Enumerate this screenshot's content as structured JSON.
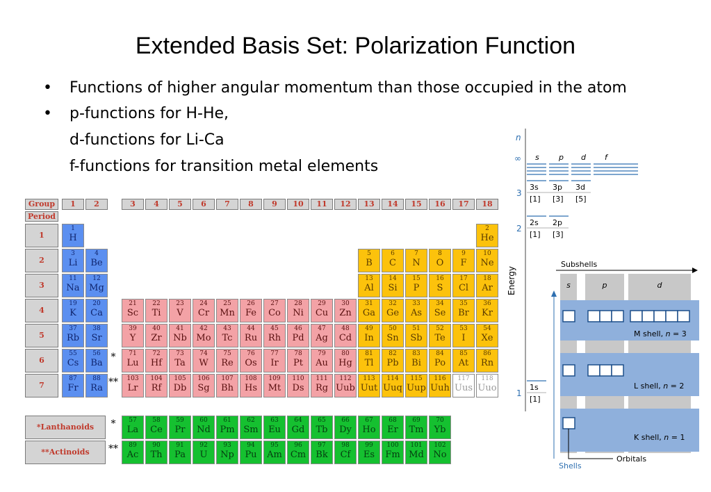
{
  "title": "Extended Basis Set: Polarization Function",
  "bullets": [
    {
      "marker": "•",
      "text": "Functions of higher angular momentum than those occupied in the atom"
    },
    {
      "marker": "•",
      "text": "p-functions for H-He,"
    },
    {
      "marker": "",
      "text": "d-functions for Li-Ca"
    },
    {
      "marker": "",
      "text": "f-functions for transition metal elements"
    }
  ],
  "periodic_table": {
    "group_label": "Group",
    "period_label": "Period",
    "groups": [
      "1",
      "2",
      "3",
      "4",
      "5",
      "6",
      "7",
      "8",
      "9",
      "10",
      "11",
      "12",
      "13",
      "14",
      "15",
      "16",
      "17",
      "18"
    ],
    "periods": [
      "1",
      "2",
      "3",
      "4",
      "5",
      "6",
      "7"
    ],
    "markers": {
      "lanthanoid": "*",
      "actinoid": "**"
    },
    "lanthanoids_label": "*Lanthanoids",
    "actinoids_label": "**Actinoids",
    "colors": {
      "s_block": "#5b8ff0",
      "d_block": "#f3a2a6",
      "p_block": "#fcc20c",
      "f_block": "#15c030",
      "unconfirmed": "#ffffff"
    },
    "elements": [
      {
        "n": "1",
        "s": "H",
        "p": 1,
        "g": 1,
        "c": "blue"
      },
      {
        "n": "2",
        "s": "He",
        "p": 1,
        "g": 18,
        "c": "yel"
      },
      {
        "n": "3",
        "s": "Li",
        "p": 2,
        "g": 1,
        "c": "blue"
      },
      {
        "n": "4",
        "s": "Be",
        "p": 2,
        "g": 2,
        "c": "blue"
      },
      {
        "n": "5",
        "s": "B",
        "p": 2,
        "g": 13,
        "c": "yel"
      },
      {
        "n": "6",
        "s": "C",
        "p": 2,
        "g": 14,
        "c": "yel"
      },
      {
        "n": "7",
        "s": "N",
        "p": 2,
        "g": 15,
        "c": "yel"
      },
      {
        "n": "8",
        "s": "O",
        "p": 2,
        "g": 16,
        "c": "yel"
      },
      {
        "n": "9",
        "s": "F",
        "p": 2,
        "g": 17,
        "c": "yel"
      },
      {
        "n": "10",
        "s": "Ne",
        "p": 2,
        "g": 18,
        "c": "yel"
      },
      {
        "n": "11",
        "s": "Na",
        "p": 3,
        "g": 1,
        "c": "blue"
      },
      {
        "n": "12",
        "s": "Mg",
        "p": 3,
        "g": 2,
        "c": "blue"
      },
      {
        "n": "13",
        "s": "Al",
        "p": 3,
        "g": 13,
        "c": "yel"
      },
      {
        "n": "14",
        "s": "Si",
        "p": 3,
        "g": 14,
        "c": "yel"
      },
      {
        "n": "15",
        "s": "P",
        "p": 3,
        "g": 15,
        "c": "yel"
      },
      {
        "n": "16",
        "s": "S",
        "p": 3,
        "g": 16,
        "c": "yel"
      },
      {
        "n": "17",
        "s": "Cl",
        "p": 3,
        "g": 17,
        "c": "yel"
      },
      {
        "n": "18",
        "s": "Ar",
        "p": 3,
        "g": 18,
        "c": "yel"
      },
      {
        "n": "19",
        "s": "K",
        "p": 4,
        "g": 1,
        "c": "blue"
      },
      {
        "n": "20",
        "s": "Ca",
        "p": 4,
        "g": 2,
        "c": "blue"
      },
      {
        "n": "21",
        "s": "Sc",
        "p": 4,
        "g": 3,
        "c": "red"
      },
      {
        "n": "22",
        "s": "Ti",
        "p": 4,
        "g": 4,
        "c": "red"
      },
      {
        "n": "23",
        "s": "V",
        "p": 4,
        "g": 5,
        "c": "red"
      },
      {
        "n": "24",
        "s": "Cr",
        "p": 4,
        "g": 6,
        "c": "red"
      },
      {
        "n": "25",
        "s": "Mn",
        "p": 4,
        "g": 7,
        "c": "red"
      },
      {
        "n": "26",
        "s": "Fe",
        "p": 4,
        "g": 8,
        "c": "red"
      },
      {
        "n": "27",
        "s": "Co",
        "p": 4,
        "g": 9,
        "c": "red"
      },
      {
        "n": "28",
        "s": "Ni",
        "p": 4,
        "g": 10,
        "c": "red"
      },
      {
        "n": "29",
        "s": "Cu",
        "p": 4,
        "g": 11,
        "c": "red"
      },
      {
        "n": "30",
        "s": "Zn",
        "p": 4,
        "g": 12,
        "c": "red"
      },
      {
        "n": "31",
        "s": "Ga",
        "p": 4,
        "g": 13,
        "c": "yel"
      },
      {
        "n": "32",
        "s": "Ge",
        "p": 4,
        "g": 14,
        "c": "yel"
      },
      {
        "n": "33",
        "s": "As",
        "p": 4,
        "g": 15,
        "c": "yel"
      },
      {
        "n": "34",
        "s": "Se",
        "p": 4,
        "g": 16,
        "c": "yel"
      },
      {
        "n": "35",
        "s": "Br",
        "p": 4,
        "g": 17,
        "c": "yel"
      },
      {
        "n": "36",
        "s": "Kr",
        "p": 4,
        "g": 18,
        "c": "yel"
      },
      {
        "n": "37",
        "s": "Rb",
        "p": 5,
        "g": 1,
        "c": "blue"
      },
      {
        "n": "38",
        "s": "Sr",
        "p": 5,
        "g": 2,
        "c": "blue"
      },
      {
        "n": "39",
        "s": "Y",
        "p": 5,
        "g": 3,
        "c": "red"
      },
      {
        "n": "40",
        "s": "Zr",
        "p": 5,
        "g": 4,
        "c": "red"
      },
      {
        "n": "41",
        "s": "Nb",
        "p": 5,
        "g": 5,
        "c": "red"
      },
      {
        "n": "42",
        "s": "Mo",
        "p": 5,
        "g": 6,
        "c": "red"
      },
      {
        "n": "43",
        "s": "Tc",
        "p": 5,
        "g": 7,
        "c": "red"
      },
      {
        "n": "44",
        "s": "Ru",
        "p": 5,
        "g": 8,
        "c": "red"
      },
      {
        "n": "45",
        "s": "Rh",
        "p": 5,
        "g": 9,
        "c": "red"
      },
      {
        "n": "46",
        "s": "Pd",
        "p": 5,
        "g": 10,
        "c": "red"
      },
      {
        "n": "47",
        "s": "Ag",
        "p": 5,
        "g": 11,
        "c": "red"
      },
      {
        "n": "48",
        "s": "Cd",
        "p": 5,
        "g": 12,
        "c": "red"
      },
      {
        "n": "49",
        "s": "In",
        "p": 5,
        "g": 13,
        "c": "yel"
      },
      {
        "n": "50",
        "s": "Sn",
        "p": 5,
        "g": 14,
        "c": "yel"
      },
      {
        "n": "51",
        "s": "Sb",
        "p": 5,
        "g": 15,
        "c": "yel"
      },
      {
        "n": "52",
        "s": "Te",
        "p": 5,
        "g": 16,
        "c": "yel"
      },
      {
        "n": "53",
        "s": "I",
        "p": 5,
        "g": 17,
        "c": "yel"
      },
      {
        "n": "54",
        "s": "Xe",
        "p": 5,
        "g": 18,
        "c": "yel"
      },
      {
        "n": "55",
        "s": "Cs",
        "p": 6,
        "g": 1,
        "c": "blue"
      },
      {
        "n": "56",
        "s": "Ba",
        "p": 6,
        "g": 2,
        "c": "blue"
      },
      {
        "n": "71",
        "s": "Lu",
        "p": 6,
        "g": 3,
        "c": "red"
      },
      {
        "n": "72",
        "s": "Hf",
        "p": 6,
        "g": 4,
        "c": "red"
      },
      {
        "n": "73",
        "s": "Ta",
        "p": 6,
        "g": 5,
        "c": "red"
      },
      {
        "n": "74",
        "s": "W",
        "p": 6,
        "g": 6,
        "c": "red"
      },
      {
        "n": "75",
        "s": "Re",
        "p": 6,
        "g": 7,
        "c": "red"
      },
      {
        "n": "76",
        "s": "Os",
        "p": 6,
        "g": 8,
        "c": "red"
      },
      {
        "n": "77",
        "s": "Ir",
        "p": 6,
        "g": 9,
        "c": "red"
      },
      {
        "n": "78",
        "s": "Pt",
        "p": 6,
        "g": 10,
        "c": "red"
      },
      {
        "n": "79",
        "s": "Au",
        "p": 6,
        "g": 11,
        "c": "red"
      },
      {
        "n": "80",
        "s": "Hg",
        "p": 6,
        "g": 12,
        "c": "red"
      },
      {
        "n": "81",
        "s": "Tl",
        "p": 6,
        "g": 13,
        "c": "yel"
      },
      {
        "n": "82",
        "s": "Pb",
        "p": 6,
        "g": 14,
        "c": "yel"
      },
      {
        "n": "83",
        "s": "Bi",
        "p": 6,
        "g": 15,
        "c": "yel"
      },
      {
        "n": "84",
        "s": "Po",
        "p": 6,
        "g": 16,
        "c": "yel"
      },
      {
        "n": "85",
        "s": "At",
        "p": 6,
        "g": 17,
        "c": "yel"
      },
      {
        "n": "86",
        "s": "Rn",
        "p": 6,
        "g": 18,
        "c": "yel"
      },
      {
        "n": "87",
        "s": "Fr",
        "p": 7,
        "g": 1,
        "c": "blue"
      },
      {
        "n": "88",
        "s": "Ra",
        "p": 7,
        "g": 2,
        "c": "blue"
      },
      {
        "n": "103",
        "s": "Lr",
        "p": 7,
        "g": 3,
        "c": "red"
      },
      {
        "n": "104",
        "s": "Rf",
        "p": 7,
        "g": 4,
        "c": "red"
      },
      {
        "n": "105",
        "s": "Db",
        "p": 7,
        "g": 5,
        "c": "red"
      },
      {
        "n": "106",
        "s": "Sg",
        "p": 7,
        "g": 6,
        "c": "red"
      },
      {
        "n": "107",
        "s": "Bh",
        "p": 7,
        "g": 7,
        "c": "red"
      },
      {
        "n": "108",
        "s": "Hs",
        "p": 7,
        "g": 8,
        "c": "red"
      },
      {
        "n": "109",
        "s": "Mt",
        "p": 7,
        "g": 9,
        "c": "red"
      },
      {
        "n": "110",
        "s": "Ds",
        "p": 7,
        "g": 10,
        "c": "red"
      },
      {
        "n": "111",
        "s": "Rg",
        "p": 7,
        "g": 11,
        "c": "red"
      },
      {
        "n": "112",
        "s": "Uub",
        "p": 7,
        "g": 12,
        "c": "red"
      },
      {
        "n": "113",
        "s": "Uut",
        "p": 7,
        "g": 13,
        "c": "yel"
      },
      {
        "n": "114",
        "s": "Uuq",
        "p": 7,
        "g": 14,
        "c": "yel"
      },
      {
        "n": "115",
        "s": "Uup",
        "p": 7,
        "g": 15,
        "c": "yel"
      },
      {
        "n": "116",
        "s": "Uuh",
        "p": 7,
        "g": 16,
        "c": "yel"
      },
      {
        "n": "117",
        "s": "Uus",
        "p": 7,
        "g": 17,
        "c": "wht"
      },
      {
        "n": "118",
        "s": "Uuo",
        "p": 7,
        "g": 18,
        "c": "wht"
      }
    ],
    "lanthanoids": [
      {
        "n": "57",
        "s": "La"
      },
      {
        "n": "58",
        "s": "Ce"
      },
      {
        "n": "59",
        "s": "Pr"
      },
      {
        "n": "60",
        "s": "Nd"
      },
      {
        "n": "61",
        "s": "Pm"
      },
      {
        "n": "62",
        "s": "Sm"
      },
      {
        "n": "63",
        "s": "Eu"
      },
      {
        "n": "64",
        "s": "Gd"
      },
      {
        "n": "65",
        "s": "Tb"
      },
      {
        "n": "66",
        "s": "Dy"
      },
      {
        "n": "67",
        "s": "Ho"
      },
      {
        "n": "68",
        "s": "Er"
      },
      {
        "n": "69",
        "s": "Tm"
      },
      {
        "n": "70",
        "s": "Yb"
      }
    ],
    "actinoids": [
      {
        "n": "89",
        "s": "Ac"
      },
      {
        "n": "90",
        "s": "Th"
      },
      {
        "n": "91",
        "s": "Pa"
      },
      {
        "n": "92",
        "s": "U"
      },
      {
        "n": "93",
        "s": "Np"
      },
      {
        "n": "94",
        "s": "Pu"
      },
      {
        "n": "95",
        "s": "Am"
      },
      {
        "n": "96",
        "s": "Cm"
      },
      {
        "n": "97",
        "s": "Bk"
      },
      {
        "n": "98",
        "s": "Cf"
      },
      {
        "n": "99",
        "s": "Es"
      },
      {
        "n": "100",
        "s": "Fm"
      },
      {
        "n": "101",
        "s": "Md"
      },
      {
        "n": "102",
        "s": "No"
      }
    ]
  },
  "energy_diagram": {
    "n_label": "n",
    "infinity_label": "∞",
    "axis_label": "Energy",
    "inf_subshells": [
      "s",
      "p",
      "d",
      "f"
    ],
    "n3": {
      "n": "3",
      "subshells": [
        "3s",
        "3p",
        "3d"
      ],
      "counts": [
        "[1]",
        "[3]",
        "[5]"
      ]
    },
    "n2": {
      "n": "2",
      "subshells": [
        "2s",
        "2p"
      ],
      "counts": [
        "[1]",
        "[3]"
      ]
    },
    "n1": {
      "n": "1",
      "subshells": [
        "1s"
      ],
      "counts": [
        "[1]"
      ]
    },
    "subshells_label": "Subshells",
    "columns": [
      "s",
      "p",
      "d"
    ],
    "shells": [
      {
        "name": "M shell, ",
        "n_sym": "n",
        "val": " = 3"
      },
      {
        "name": "L shell, ",
        "n_sym": "n",
        "val": " = 2"
      },
      {
        "name": "K shell, ",
        "n_sym": "n",
        "val": " = 1"
      }
    ],
    "orbitals_label": "Orbitals",
    "shells_label": "Shells",
    "colors": {
      "band": "#8fb0dc",
      "column": "#c8c8c8",
      "orbital_border": "#1d4f8a",
      "accent": "#2e6fb0"
    }
  }
}
